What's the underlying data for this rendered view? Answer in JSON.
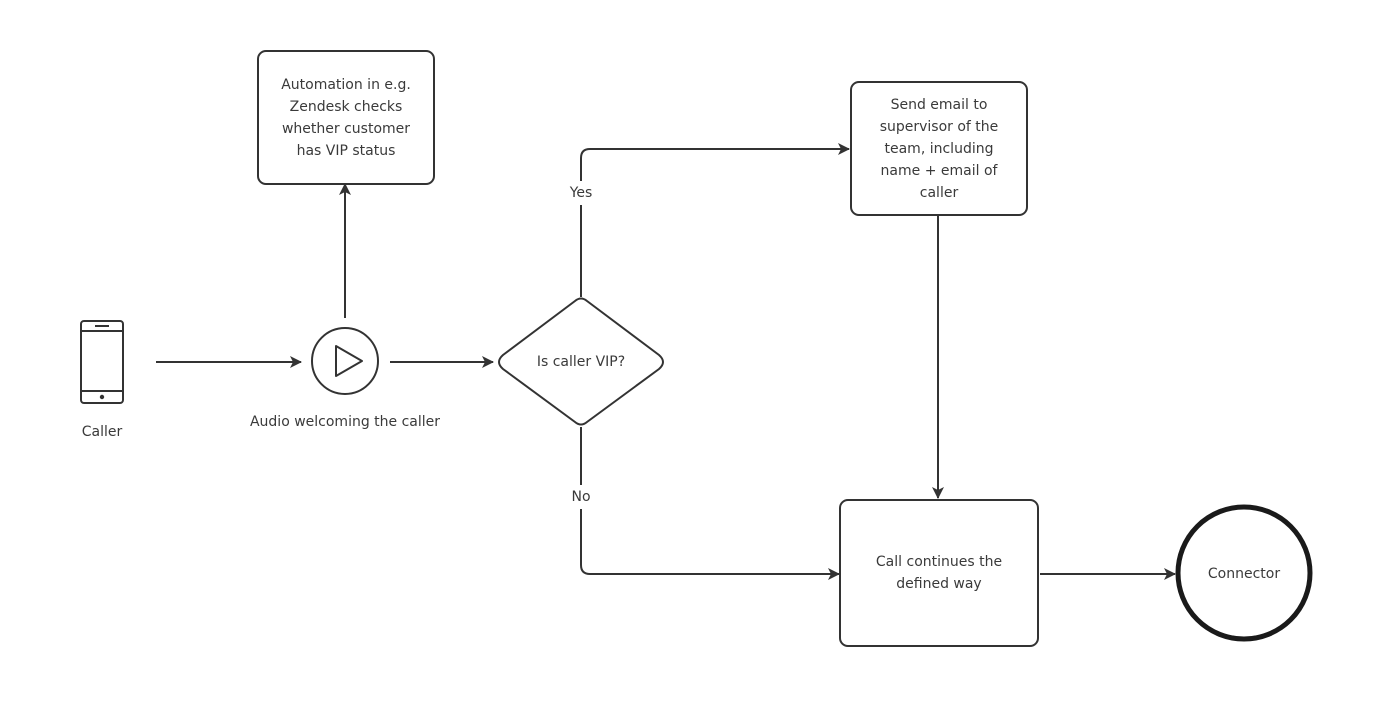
{
  "diagram": {
    "nodes": {
      "caller": {
        "icon": "smartphone-icon",
        "label": "Caller"
      },
      "audio": {
        "icon": "play-icon",
        "label": "Audio welcoming the caller"
      },
      "automation": {
        "label": "Automation in e.g.\nZendesk checks\nwhether customer\nhas VIP status"
      },
      "decision": {
        "label": "Is caller VIP?"
      },
      "email": {
        "label": "Send email to\nsupervisor of the\nteam, including\nname + email of\ncaller"
      },
      "continue": {
        "label": "Call continues the\ndefined way"
      },
      "connector": {
        "label": "Connector"
      }
    },
    "edges": {
      "yes": {
        "label": "Yes"
      },
      "no": {
        "label": "No"
      }
    },
    "colors": {
      "stroke": "#333333",
      "text": "#3a3a3a",
      "background": "#ffffff"
    }
  }
}
